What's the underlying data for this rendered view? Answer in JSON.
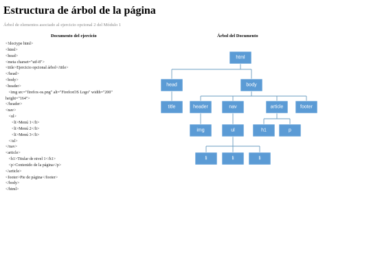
{
  "page": {
    "title": "Estructura de árbol de la página",
    "subtitle": "Árbol de elementos asociado al ejercicio opcional 2 del Módulo 1"
  },
  "left_column": {
    "heading": "Documento del ejercicio",
    "code_lines": [
      "<!doctype html>",
      "<html>",
      "<head>",
      "<meta charset=\"utf-8\">",
      "<title>Ejercicio opcional árbol</title>",
      "</head>",
      "<body>",
      "<header>",
      "   <img src=\"firefox-os.png\" alt=\"FirefoxOS Logo\" width=\"200\"",
      "height=\"164\">",
      "</header>",
      "<nav>",
      "   <ul>",
      "      <li>Menú 1</li>",
      "      <li>Menú 2</li>",
      "      <li>Menú 3</li>",
      "   </ul>",
      "</nav>",
      "<article>",
      "   <h1>Titular de nivel 1</h1>",
      "   <p>Contenido de la página</p>",
      "</article>",
      "<footer>Pie de página</footer>",
      "</body>",
      "</html>"
    ]
  },
  "right_column": {
    "heading": "Árbol del Documento",
    "node_color": "#5b9bd5",
    "edge_color": "#6a9cc0",
    "nodes": [
      {
        "id": "html",
        "label": "html",
        "parent": null
      },
      {
        "id": "head",
        "label": "head",
        "parent": "html"
      },
      {
        "id": "body",
        "label": "body",
        "parent": "html"
      },
      {
        "id": "title",
        "label": "title",
        "parent": "head"
      },
      {
        "id": "header",
        "label": "header",
        "parent": "body"
      },
      {
        "id": "nav",
        "label": "nav",
        "parent": "body"
      },
      {
        "id": "article",
        "label": "article",
        "parent": "body"
      },
      {
        "id": "footer",
        "label": "footer",
        "parent": "body"
      },
      {
        "id": "img",
        "label": "img",
        "parent": "header"
      },
      {
        "id": "ul",
        "label": "ul",
        "parent": "nav"
      },
      {
        "id": "h1",
        "label": "h1",
        "parent": "article"
      },
      {
        "id": "p",
        "label": "p",
        "parent": "article"
      },
      {
        "id": "li1",
        "label": "li",
        "parent": "ul"
      },
      {
        "id": "li2",
        "label": "li",
        "parent": "ul"
      },
      {
        "id": "li3",
        "label": "li",
        "parent": "ul"
      }
    ]
  }
}
